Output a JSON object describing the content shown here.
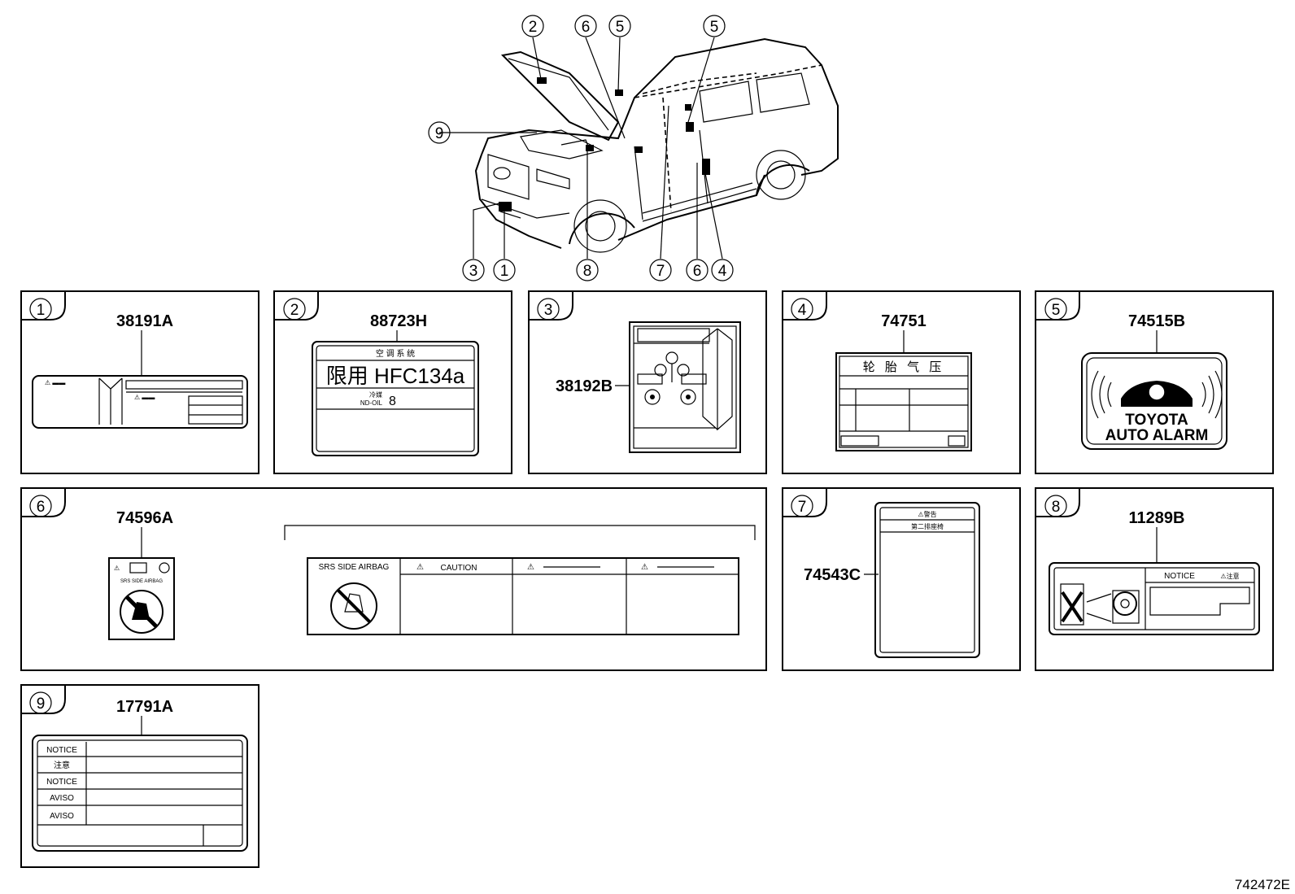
{
  "diagram_id": "742472E",
  "callouts": {
    "c1": "1",
    "c2": "2",
    "c3": "3",
    "c4": "4",
    "c5": "5",
    "c6": "6",
    "c7": "7",
    "c8": "8",
    "c9": "9"
  },
  "panels": [
    {
      "index": "1",
      "part_number": "38191A"
    },
    {
      "index": "2",
      "part_number": "88723H",
      "label_title": "空 调 系 统",
      "label_main": "限用 HFC134a",
      "label_sub1": "冷媒",
      "label_sub2": "ND-OIL",
      "label_oil_no": "8"
    },
    {
      "index": "3",
      "part_number": "38192B"
    },
    {
      "index": "4",
      "part_number": "74751",
      "label_title": "轮 胎 气 压"
    },
    {
      "index": "5",
      "part_number": "74515B",
      "label_line1": "TOYOTA",
      "label_line2": "AUTO ALARM"
    },
    {
      "index": "6",
      "part_number": "74596A",
      "small_label_text": "SRS SIDE AIRBAG",
      "large_label_title": "SRS SIDE AIRBAG",
      "large_label_caution": "CAUTION"
    },
    {
      "index": "7",
      "part_number": "74543C",
      "label_line1": "⚠警告",
      "label_line2": "第二排座椅"
    },
    {
      "index": "8",
      "part_number": "11289B",
      "label_notice": "NOTICE",
      "label_caution": "⚠注意"
    },
    {
      "index": "9",
      "part_number": "17791A",
      "rows": [
        "NOTICE",
        "注意",
        "NOTICE",
        "AVISO",
        "AVISO"
      ]
    }
  ]
}
